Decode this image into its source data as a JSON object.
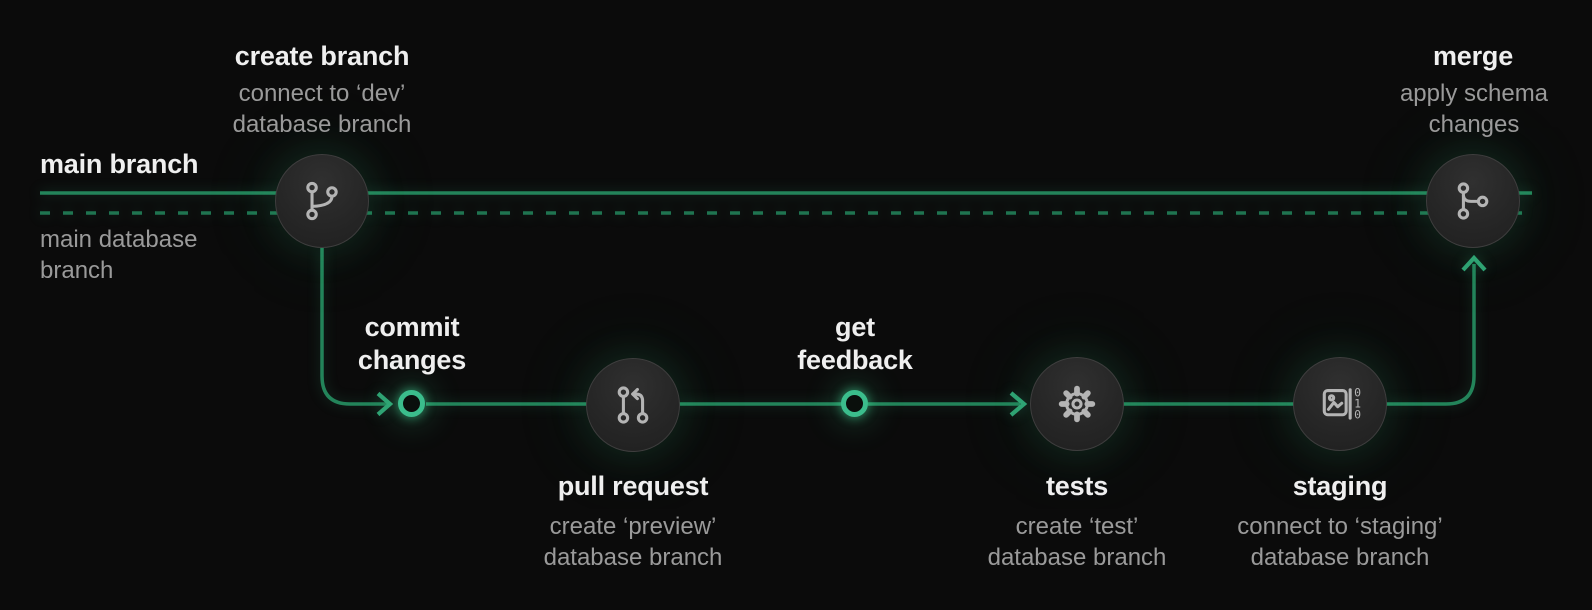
{
  "diagram": {
    "type": "workflow-diagram",
    "theme": "dark",
    "lanes": {
      "main_branch_label": "main branch",
      "main_database_label": "main database\nbranch"
    },
    "steps": {
      "create_branch": {
        "title": "create branch",
        "subtitle": "connect to ‘dev’\ndatabase branch",
        "icon": "git-branch-icon"
      },
      "commit": {
        "title": "commit\nchanges",
        "icon": "ring-marker"
      },
      "pull_request": {
        "title": "pull request",
        "subtitle": "create ‘preview’\ndatabase branch",
        "icon": "git-pull-request-icon"
      },
      "feedback": {
        "title": "get\nfeedback",
        "icon": "ring-marker"
      },
      "tests": {
        "title": "tests",
        "subtitle": "create ‘test’\ndatabase branch",
        "icon": "gear-icon"
      },
      "staging": {
        "title": "staging",
        "subtitle": "connect to ‘staging’\ndatabase branch",
        "icon": "data-image-icon"
      },
      "merge": {
        "title": "merge",
        "subtitle": "apply schema\nchanges",
        "icon": "git-merge-icon"
      }
    },
    "staging_icon_digits": {
      "d1": "0",
      "d2": "1",
      "d3": "0"
    },
    "colors": {
      "background": "#0b0b0b",
      "line_green": "#23845a",
      "dashed_green": "#1f7450",
      "arrow_green": "#2fa273",
      "ring_green": "#3bbd8c",
      "title_text": "#efefef",
      "subtitle_text": "#9a9a9a",
      "icon_gray": "#b4b4b4",
      "node_fill": "#262626"
    }
  }
}
